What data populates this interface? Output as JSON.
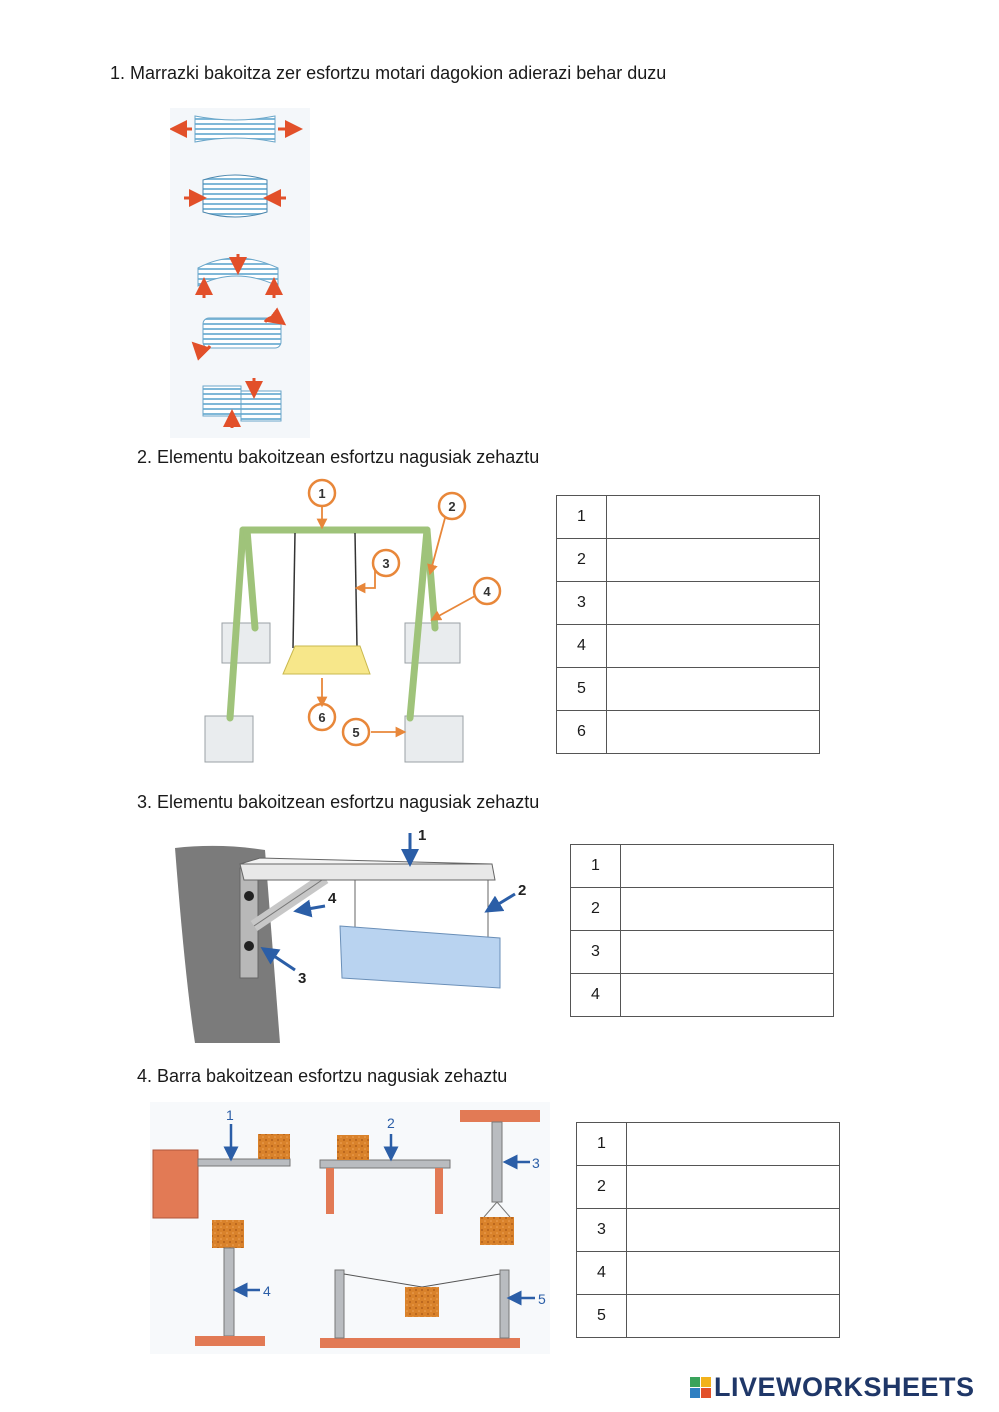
{
  "q1": {
    "title": "1. Marrazki bakoitza zer esfortzu motari dagokion adierazi behar duzu"
  },
  "q2": {
    "title": "2. Elementu bakoitzean esfortzu nagusiak zehaztu",
    "callouts": [
      "1",
      "2",
      "3",
      "4",
      "5",
      "6"
    ],
    "rows": [
      "1",
      "2",
      "3",
      "4",
      "5",
      "6"
    ]
  },
  "q3": {
    "title": "3. Elementu bakoitzean esfortzu nagusiak zehaztu",
    "callouts": [
      "1",
      "2",
      "3",
      "4"
    ],
    "rows": [
      "1",
      "2",
      "3",
      "4"
    ]
  },
  "q4": {
    "title": "4. Barra bakoitzean esfortzu nagusiak zehaztu",
    "callouts": [
      "1",
      "2",
      "3",
      "4",
      "5"
    ],
    "rows": [
      "1",
      "2",
      "3",
      "4",
      "5"
    ]
  },
  "brand": {
    "text": "LIVEWORKSHEETS"
  },
  "colors": {
    "arrow_red": "#e2502a",
    "callout_orange": "#e8873a",
    "arrow_blue": "#2b5ea7",
    "bar_stripe": "#7fb8d8",
    "brick": "#e27a55",
    "sponge": "#d9822b",
    "brand": "#1f3768"
  }
}
